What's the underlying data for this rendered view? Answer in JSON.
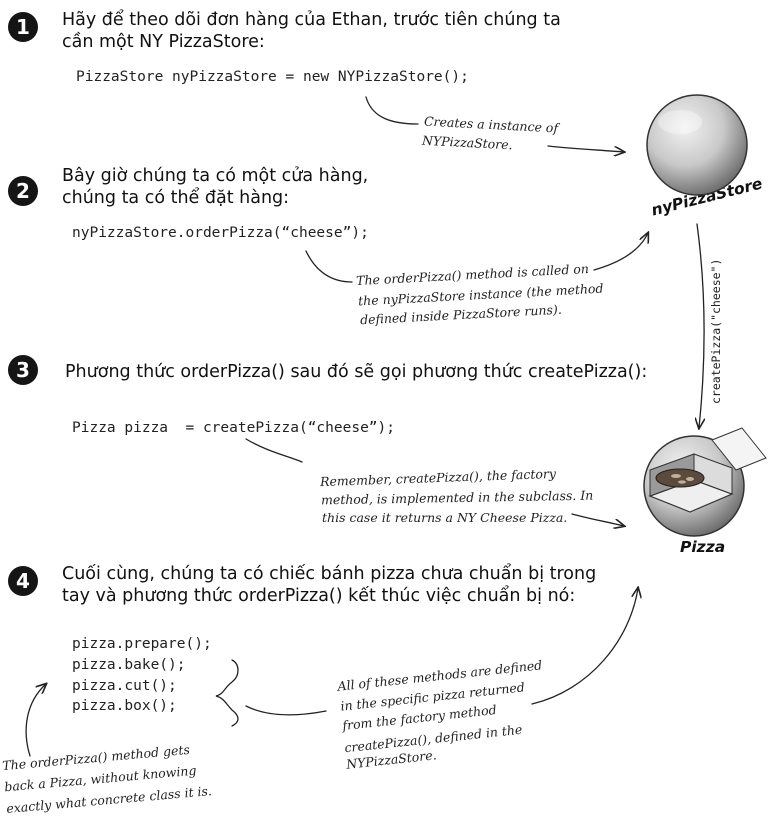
{
  "steps": [
    {
      "number": "1",
      "heading_lines": [
        "Hãy để theo dõi đơn hàng của Ethan, trước tiên chúng ta",
        "cần một NY PizzaStore:"
      ],
      "code": [
        "PizzaStore nyPizzaStore = new NYPizzaStore();"
      ],
      "annotation": [
        "Creates a instance of",
        "NYPizzaStore."
      ]
    },
    {
      "number": "2",
      "heading_lines": [
        "Bây giờ chúng ta có một cửa hàng,",
        "chúng ta có thể đặt hàng:"
      ],
      "code": [
        "nyPizzaStore.orderPizza(“cheese”);"
      ],
      "annotation": [
        "The orderPizza() method is called on",
        "the nyPizzaStore instance (the method",
        "defined inside PizzaStore runs)."
      ]
    },
    {
      "number": "3",
      "heading_lines": [
        "Phương thức orderPizza() sau đó sẽ gọi phương thức createPizza():"
      ],
      "code": [
        "Pizza pizza  = createPizza(“cheese”);"
      ],
      "annotation": [
        "Remember, createPizza(), the factory",
        "method, is implemented in the subclass.  In",
        "this case it returns a NY Cheese Pizza."
      ]
    },
    {
      "number": "4",
      "heading_lines": [
        "Cuối cùng, chúng ta có chiếc bánh pizza chưa chuẩn bị trong",
        "tay và phương thức orderPizza() kết thúc việc chuẩn bị nó:"
      ],
      "code": [
        "pizza.prepare();",
        "pizza.bake();",
        "pizza.cut();",
        "pizza.box();"
      ],
      "annotation": [
        "All of these methods are defined",
        "in the specific pizza returned",
        "from the factory method",
        "createPizza(), defined in the",
        "NYPizzaStore."
      ],
      "side_note": [
        "The orderPizza() method gets",
        "back a Pizza, without knowing",
        "exactly what concrete class it is."
      ]
    }
  ],
  "objects": {
    "store_label": "nyPizzaStore",
    "pizza_label": "Pizza",
    "call_label": "createPizza(\"cheese\")"
  },
  "icons": [
    "step-number-badge",
    "store-object-circle",
    "pizza-box-object-circle"
  ],
  "colors": {
    "ink": "#151515",
    "sphere_light": "#e4e4e4",
    "sphere_dark": "#6e6e6e"
  }
}
